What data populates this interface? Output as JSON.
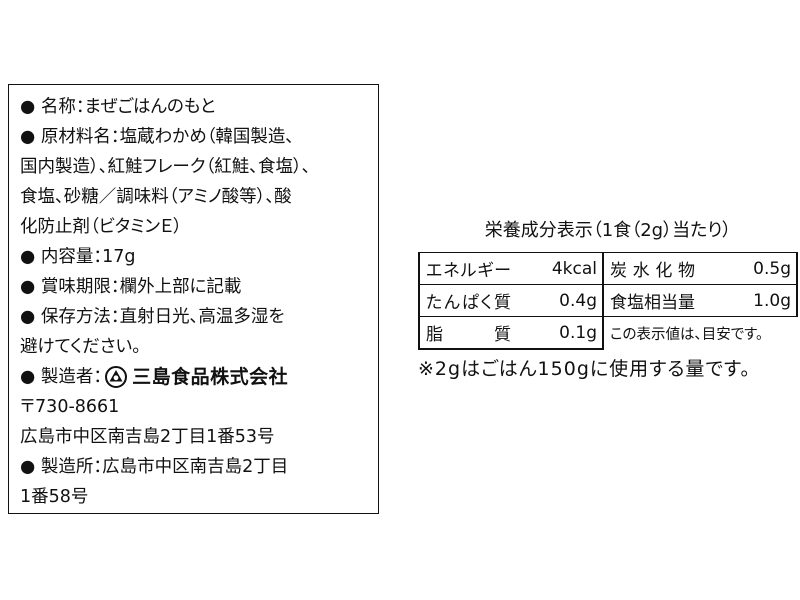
{
  "product_label": {
    "name_line": "● 名称：まぜごはんのもと",
    "ingredients_lines": [
      "● 原材料名：塩蔵わかめ（韓国製造、",
      "国内製造）、紅鮭フレーク（紅鮭、食塩）、",
      "食塩、砂糖／調味料（アミノ酸等）、酸",
      "化防止剤（ビタミンＥ）"
    ],
    "content_line": "● 内容量：17g",
    "best_before_line": "● 賞味期限：欄外上部に記載",
    "storage_lines": [
      "● 保存方法：直射日光、高温多湿を",
      "避けてください。"
    ],
    "manufacturer": {
      "label": "● 製造者：",
      "logo_icon": "mishima-foods-logo-icon",
      "name": "三島食品株式会社",
      "postal_code": "〒730-8661",
      "address": "広島市中区南吉島2丁目1番53号"
    },
    "factory_lines": [
      "● 製造所：広島市中区南吉島2丁目",
      "1番58号"
    ]
  },
  "nutrition_facts": {
    "title": "栄養成分表示（1食（2g）当たり）",
    "rows": [
      {
        "left_label": "エネルギー",
        "left_value": "4kcal",
        "right_label": "炭水化物",
        "right_value": "0.5g"
      },
      {
        "left_label": "たんぱく質",
        "left_value": "0.4g",
        "right_label": "食塩相当量",
        "right_value": "1.0g"
      },
      {
        "left_label": "脂質",
        "left_value": "0.1g"
      }
    ],
    "note": "この表示値は、目安です。",
    "footnote": "※2gはごはん150gに使用する量です。"
  },
  "colors": {
    "text": "#111111",
    "background": "#ffffff",
    "border": "#111111"
  }
}
